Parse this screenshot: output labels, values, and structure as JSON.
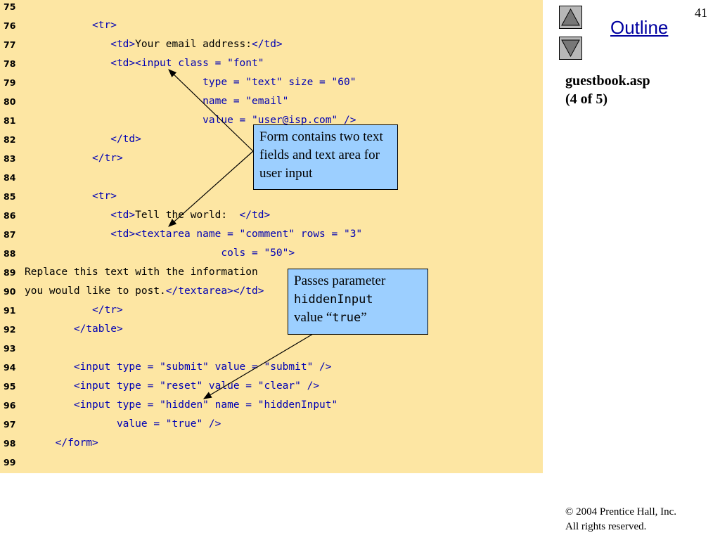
{
  "page_number": "41",
  "nav": {
    "outline_label": "Outline"
  },
  "sidebar": {
    "file_name": "guestbook.asp",
    "part": "(4 of 5)"
  },
  "footer": {
    "copyright": "© 2004 Prentice Hall, Inc.",
    "rights": "All rights reserved."
  },
  "code_lines": [
    {
      "n": "75",
      "indent": "",
      "html": ""
    },
    {
      "n": "76",
      "indent": "           ",
      "html": "<span class='t'>&lt;tr&gt;</span>"
    },
    {
      "n": "77",
      "indent": "              ",
      "html": "<span class='t'>&lt;td&gt;</span>Your email address:<span class='t'>&lt;/td&gt;</span>"
    },
    {
      "n": "78",
      "indent": "              ",
      "html": "<span class='t'>&lt;td&gt;&lt;input class = </span><span class='s'>\"font\"</span>"
    },
    {
      "n": "79",
      "indent": "                             ",
      "html": "<span class='t'>type = </span><span class='s'>\"text\"</span><span class='t'> size = </span><span class='s'>\"60\"</span>"
    },
    {
      "n": "80",
      "indent": "                             ",
      "html": "<span class='t'>name = </span><span class='s'>\"email\"</span>"
    },
    {
      "n": "81",
      "indent": "                             ",
      "html": "<span class='t'>value = </span><span class='s'>\"user@isp.com\"</span><span class='t'> /&gt;</span>"
    },
    {
      "n": "82",
      "indent": "              ",
      "html": "<span class='t'>&lt;/td&gt;</span>"
    },
    {
      "n": "83",
      "indent": "           ",
      "html": "<span class='t'>&lt;/tr&gt;</span>"
    },
    {
      "n": "84",
      "indent": "",
      "html": ""
    },
    {
      "n": "85",
      "indent": "           ",
      "html": "<span class='t'>&lt;tr&gt;</span>"
    },
    {
      "n": "86",
      "indent": "              ",
      "html": "<span class='t'>&lt;td&gt;</span>Tell the world:  <span class='t'>&lt;/td&gt;</span>"
    },
    {
      "n": "87",
      "indent": "              ",
      "html": "<span class='t'>&lt;td&gt;&lt;textarea name = </span><span class='s'>\"comment\"</span><span class='t'> rows = </span><span class='s'>\"3\"</span>"
    },
    {
      "n": "88",
      "indent": "                                ",
      "html": "<span class='t'>cols = </span><span class='s'>\"50\"</span><span class='t'>&gt;</span>"
    },
    {
      "n": "89",
      "indent": "",
      "html": "Replace this text with the information"
    },
    {
      "n": "90",
      "indent": "",
      "html": "you would like to post.<span class='t'>&lt;/textarea&gt;&lt;/td&gt;</span>"
    },
    {
      "n": "91",
      "indent": "           ",
      "html": "<span class='t'>&lt;/tr&gt;</span>"
    },
    {
      "n": "92",
      "indent": "        ",
      "html": "<span class='t'>&lt;/table&gt;</span>"
    },
    {
      "n": "93",
      "indent": "",
      "html": ""
    },
    {
      "n": "94",
      "indent": "        ",
      "html": "<span class='t'>&lt;input type = </span><span class='s'>\"submit\"</span><span class='t'> value = </span><span class='s'>\"submit\"</span><span class='t'> /&gt;</span>"
    },
    {
      "n": "95",
      "indent": "        ",
      "html": "<span class='t'>&lt;input type = </span><span class='s'>\"reset\"</span><span class='t'> value = </span><span class='s'>\"clear\"</span><span class='t'> /&gt;</span>"
    },
    {
      "n": "96",
      "indent": "        ",
      "html": "<span class='t'>&lt;input type = </span><span class='s'>\"hidden\"</span><span class='t'> name = </span><span class='s'>\"hiddenInput\"</span>"
    },
    {
      "n": "97",
      "indent": "               ",
      "html": "<span class='t'>value = </span><span class='s'>\"true\"</span><span class='t'> /&gt;</span>"
    },
    {
      "n": "98",
      "indent": "     ",
      "html": "<span class='t'>&lt;/form&gt;</span>"
    },
    {
      "n": "99",
      "indent": "",
      "html": ""
    }
  ],
  "callouts": {
    "form_fields": "Form contains two text fields and text area for user input",
    "hidden_prefix": "Passes parameter",
    "hidden_name": "hiddenInput",
    "hidden_value_word": "value “",
    "hidden_value": "true",
    "hidden_close": "”"
  },
  "colors": {
    "code_background": "#fde6a3",
    "callout_background": "#9ccfff",
    "keyword": "#0000b4"
  }
}
